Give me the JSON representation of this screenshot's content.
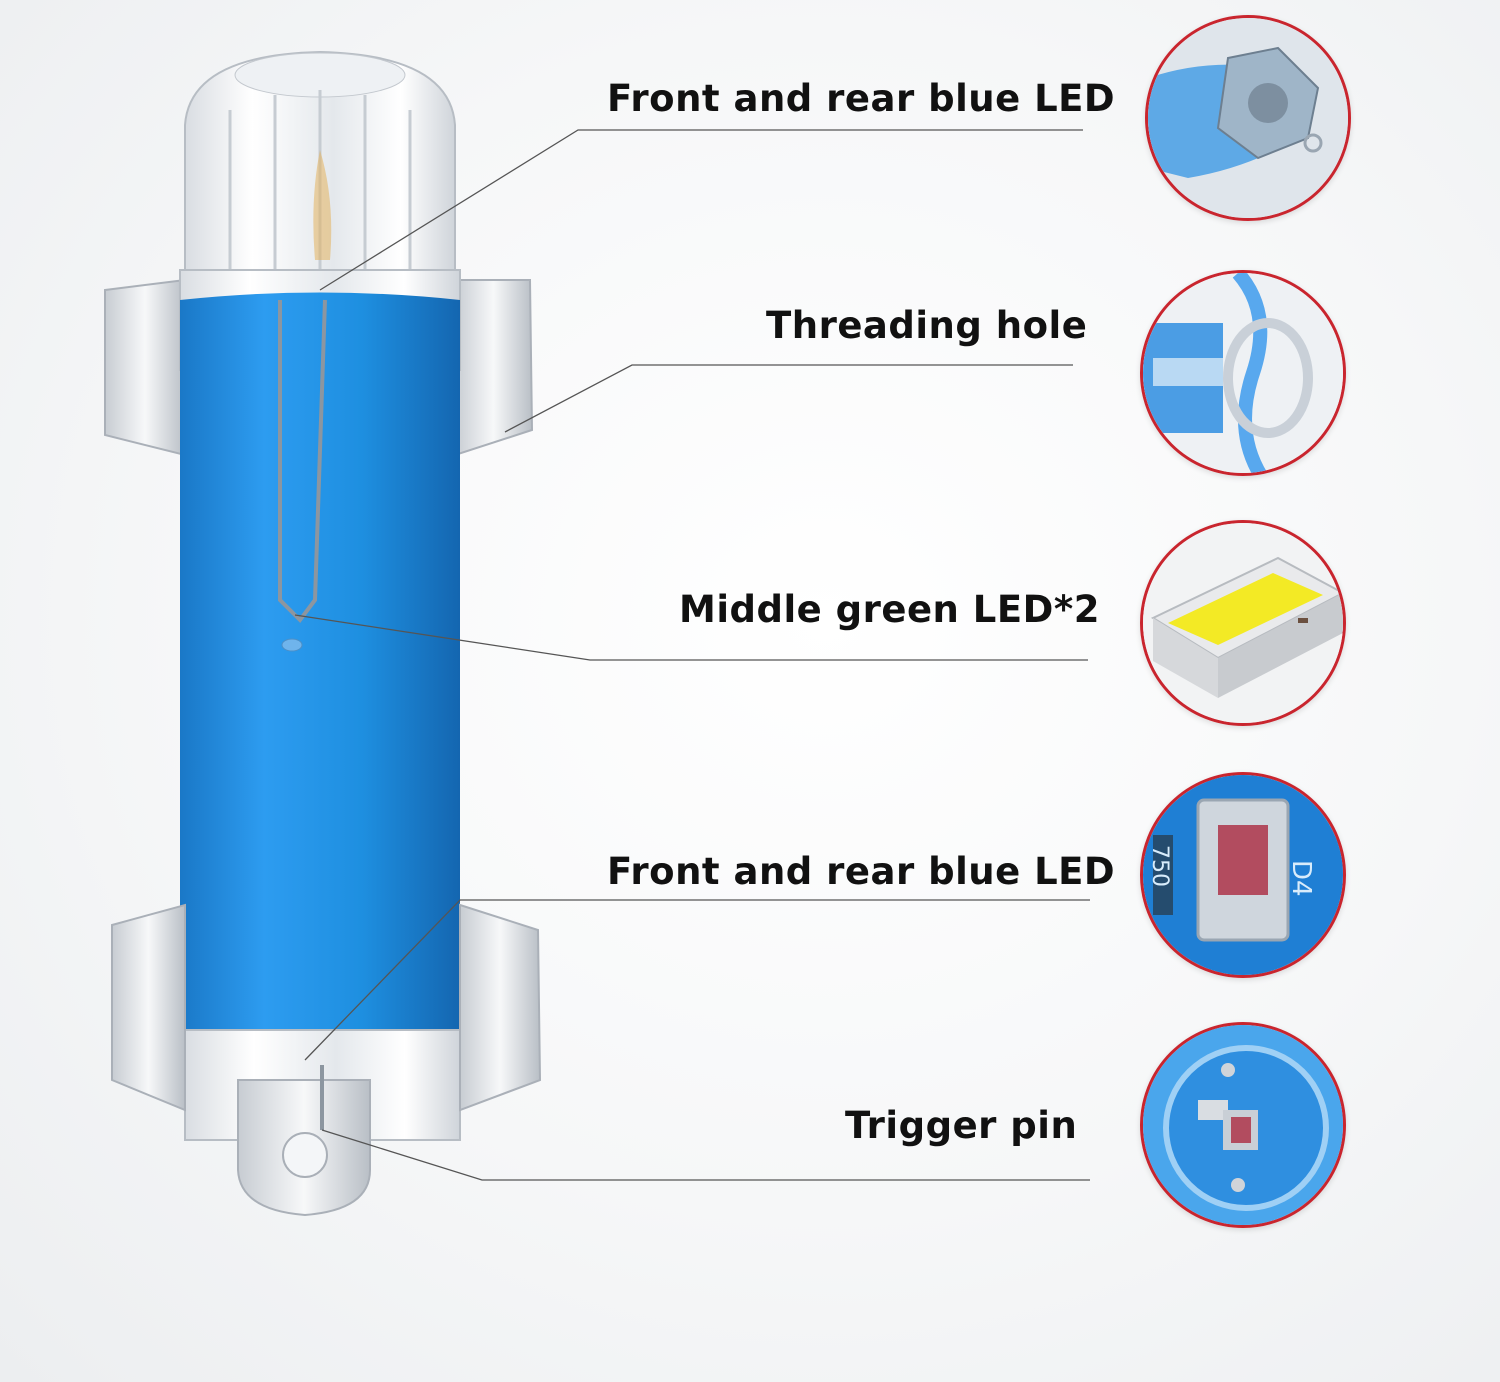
{
  "labels": [
    {
      "id": "front-rear-led-top",
      "text": "Front and rear blue LED"
    },
    {
      "id": "threading-hole",
      "text": "Threading hole"
    },
    {
      "id": "middle-green-led",
      "text": "Middle green LED*2"
    },
    {
      "id": "front-rear-led-bottom",
      "text": "Front and rear blue LED"
    },
    {
      "id": "trigger-pin",
      "text": "Trigger pin"
    }
  ],
  "detail_circles": [
    {
      "name": "front-led-closeup"
    },
    {
      "name": "threading-hole-closeup"
    },
    {
      "name": "green-led-closeup"
    },
    {
      "name": "pcb-led-closeup",
      "pcb_text_1": "D4",
      "pcb_text_2": "750"
    },
    {
      "name": "trigger-pin-closeup"
    }
  ],
  "colors": {
    "body_blue": "#1e8fe0",
    "circle_border": "#c9252e",
    "led_yellow": "#f3ea25",
    "pcb_blue": "#1f7fd4"
  }
}
